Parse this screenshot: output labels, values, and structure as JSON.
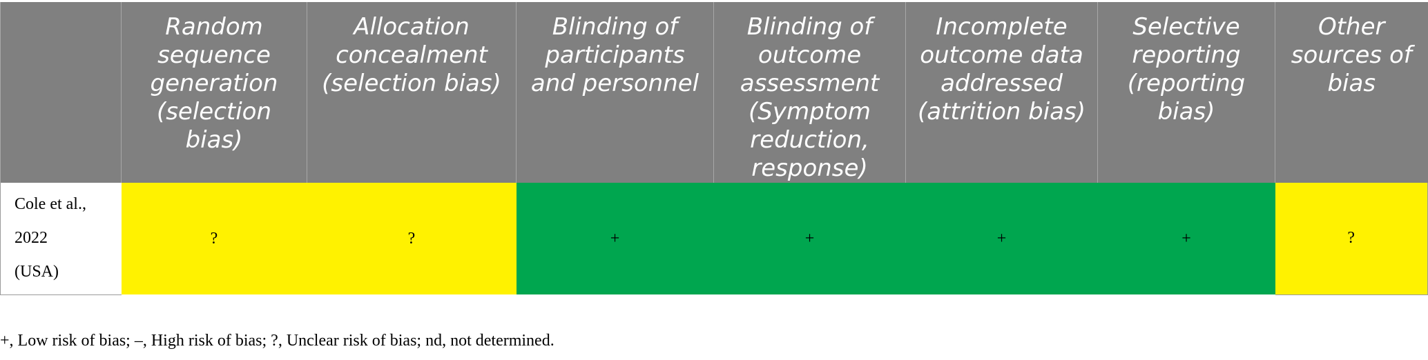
{
  "table": {
    "headers": [
      "",
      "Random sequence generation (selection bias)",
      "Allocation concealment (selection bias)",
      "Blinding of participants and personnel",
      "Blinding of outcome assessment (Symptom reduction, response)",
      "Incomplete outcome data addressed (attrition bias)",
      "Selective reporting (reporting bias)",
      "Other sources of bias"
    ],
    "rows": [
      {
        "study_lines": [
          "Cole et al.,",
          "2022",
          "(USA)"
        ],
        "ratings": [
          "?",
          "?",
          "+",
          "+",
          "+",
          "+",
          "?"
        ]
      }
    ]
  },
  "rating_colors": {
    "unclear": "#fff200",
    "low": "#00a64f",
    "header": "#808080"
  },
  "footnote": "+, Low risk of bias; –, High risk of bias; ?, Unclear risk of bias; nd, not determined."
}
